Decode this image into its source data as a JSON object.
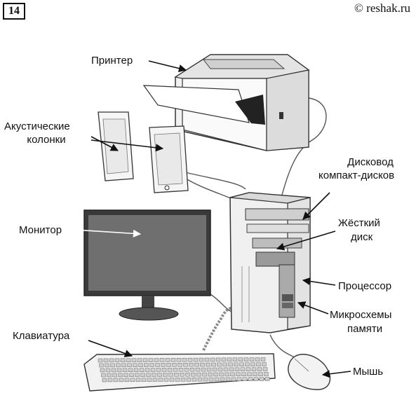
{
  "header": {
    "badge": "14",
    "copyright": "© reshak.ru"
  },
  "labels": {
    "printer": "Принтер",
    "speakers_l1": "Акустические",
    "speakers_l2": "колонки",
    "cd_drive_l1": "Дисковод",
    "cd_drive_l2": "компакт-дисков",
    "monitor": "Монитор",
    "hdd_l1": "Жёсткий",
    "hdd_l2": "диск",
    "cpu": "Процессор",
    "ram_l1": "Микросхемы",
    "ram_l2": "памяти",
    "keyboard": "Клавиатура",
    "mouse": "Мышь"
  },
  "colors": {
    "ink": "#111111",
    "line": "#333333",
    "screen": "#6f6f6f",
    "panel_light": "#eeeeee",
    "panel_mid": "#d6d6d6",
    "panel_dark": "#9a9a9a"
  }
}
